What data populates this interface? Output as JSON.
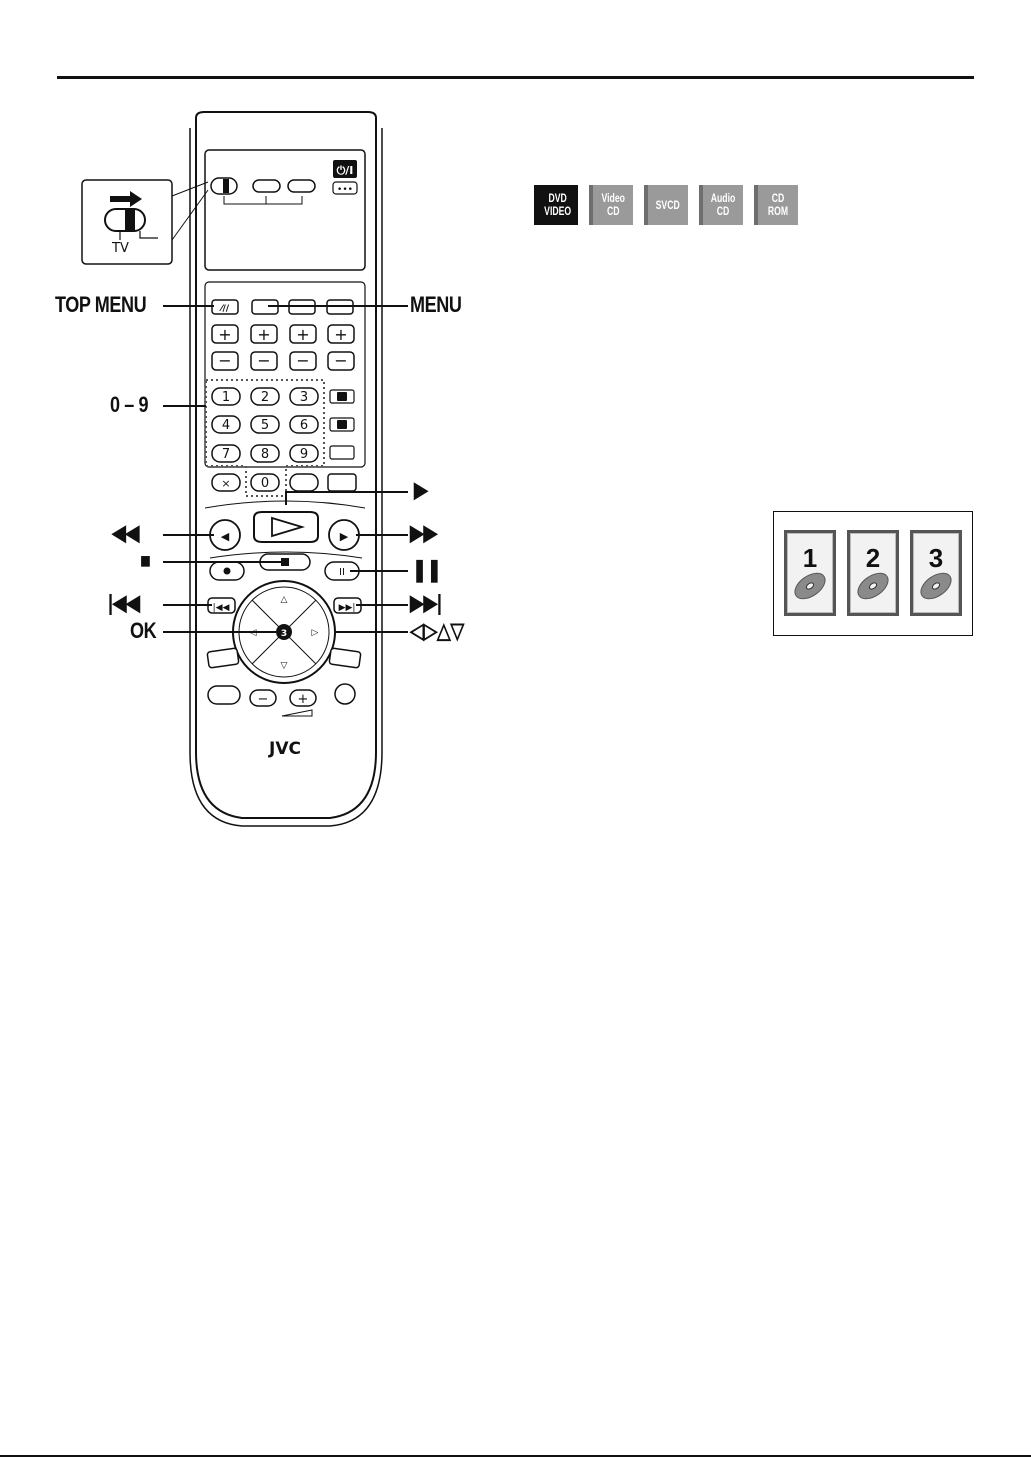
{
  "callouts": {
    "top_menu": "TOP MENU",
    "menu": "MENU",
    "numbers": "0 – 9",
    "play": "▶",
    "rewind": "◀◀",
    "fast_forward": "▶▶",
    "stop": "■",
    "pause": "❚❚",
    "prev": "|◀◀",
    "next": "▶▶|",
    "ok": "OK",
    "arrows": "◁▷△▽"
  },
  "inset": {
    "tv_label": "TV"
  },
  "remote": {
    "brand": "JVC",
    "keypad": [
      "1",
      "2",
      "3",
      "4",
      "5",
      "6",
      "7",
      "8",
      "9",
      "0"
    ]
  },
  "disc_badges": [
    {
      "line1": "DVD",
      "line2": "VIDEO",
      "active": true
    },
    {
      "line1": "Video",
      "line2": "CD",
      "active": false
    },
    {
      "line1": "SVCD",
      "line2": "",
      "active": false
    },
    {
      "line1": "Audio",
      "line2": "CD",
      "active": false
    },
    {
      "line1": "CD",
      "line2": "ROM",
      "active": false
    }
  ],
  "disc_cards": [
    "1",
    "2",
    "3"
  ],
  "colors": {
    "ink": "#111111",
    "inactive_badge": "#9a9a9a",
    "active_badge": "#111111",
    "disc": "#8a8a8a"
  }
}
